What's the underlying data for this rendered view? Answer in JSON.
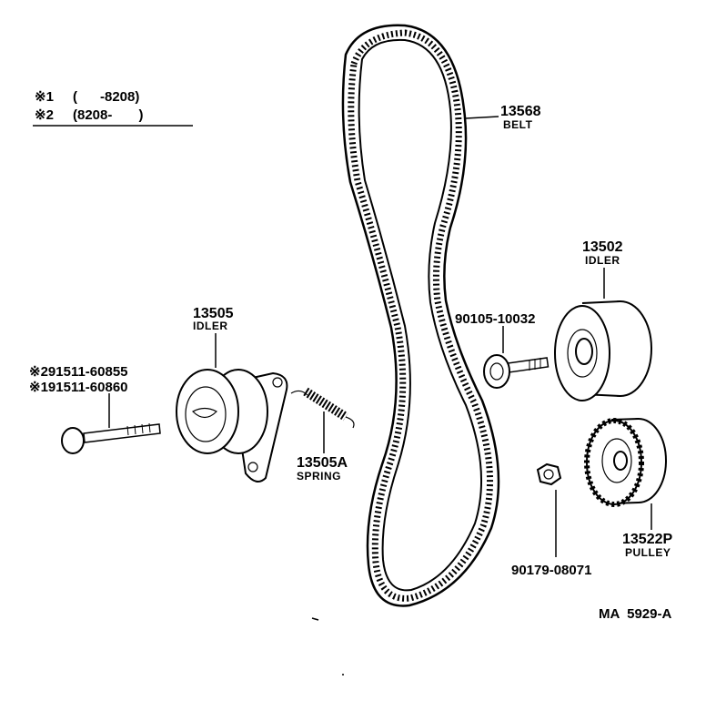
{
  "diagram_code": "MA  5929-A",
  "legend": {
    "row1": {
      "mark": "※1",
      "range": "(      -8208)"
    },
    "row2": {
      "mark": "※2",
      "range": "(8208-       )"
    }
  },
  "parts": {
    "belt": {
      "number": "13568",
      "name": "BELT"
    },
    "idler_right": {
      "number": "13502",
      "name": "IDLER"
    },
    "bolt_right": {
      "number": "90105-10032"
    },
    "idler_left": {
      "number": "13505",
      "name": "IDLER"
    },
    "bolt_left": {
      "number_a": "※291511-60855",
      "number_b": "※191511-60860"
    },
    "spring": {
      "number": "13505A",
      "name": "SPRING"
    },
    "pulley": {
      "number": "13522P",
      "name": "PULLEY"
    },
    "nut": {
      "number": "90179-08071"
    }
  }
}
